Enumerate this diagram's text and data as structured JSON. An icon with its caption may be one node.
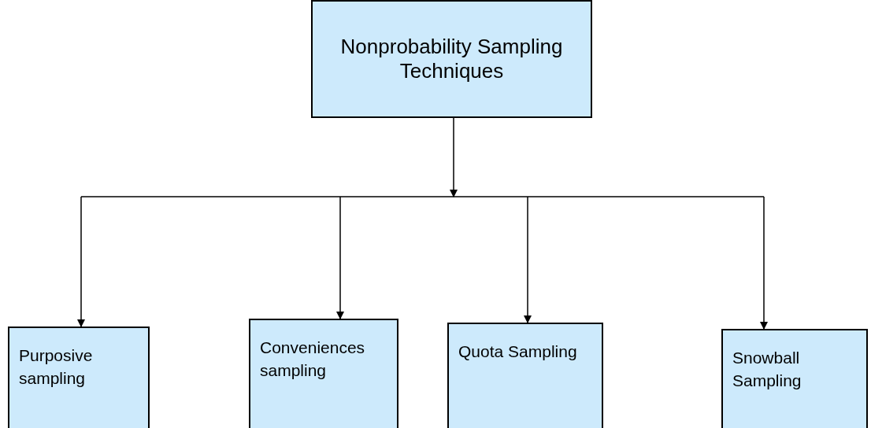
{
  "diagram": {
    "nodes": [
      {
        "text": [
          "Nonprobability Sampling Techniques"
        ]
      },
      {
        "text": [
          "Purposive sampling"
        ]
      },
      {
        "text": [
          "Conveniences sampling"
        ]
      },
      {
        "text": [
          "Quota Sampling"
        ]
      },
      {
        "text": [
          "Snowball Sampling"
        ]
      }
    ],
    "edges": [
      {
        "from": 0,
        "to": 1,
        "arrow": "to"
      },
      {
        "from": 0,
        "to": 2,
        "arrow": "to"
      },
      {
        "from": 0,
        "to": 3,
        "arrow": "to"
      },
      {
        "from": 0,
        "to": 4,
        "arrow": "to"
      }
    ]
  }
}
